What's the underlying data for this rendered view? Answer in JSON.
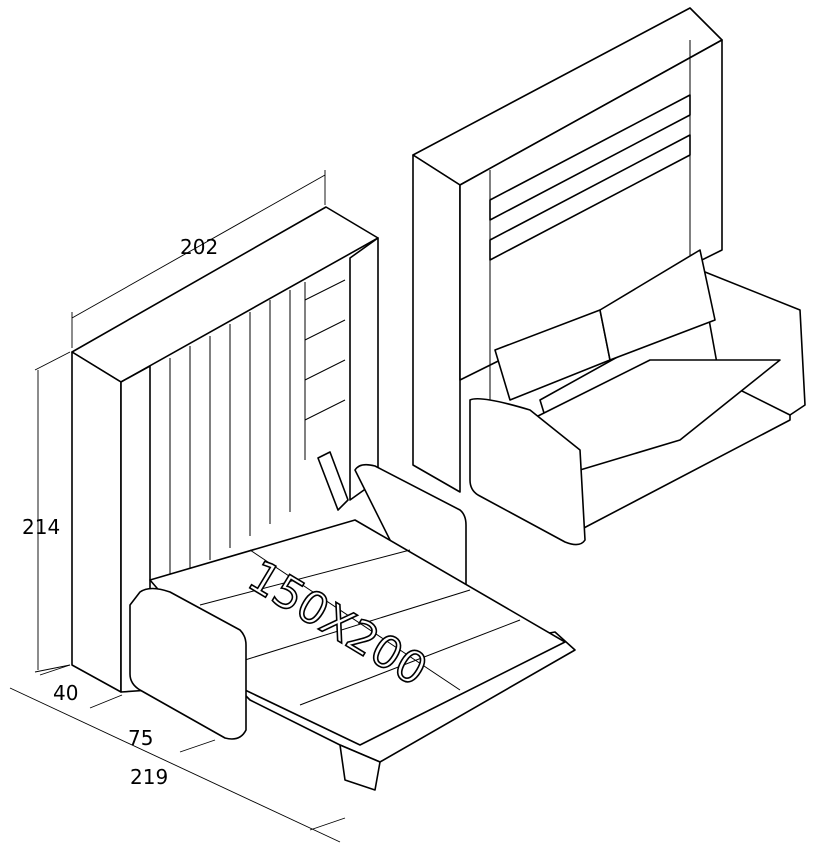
{
  "dimensions": {
    "width": "202",
    "height": "214",
    "depth_cabinet": "40",
    "depth_sofa": "75",
    "depth_open": "219"
  },
  "bed_size_label": "150X200"
}
